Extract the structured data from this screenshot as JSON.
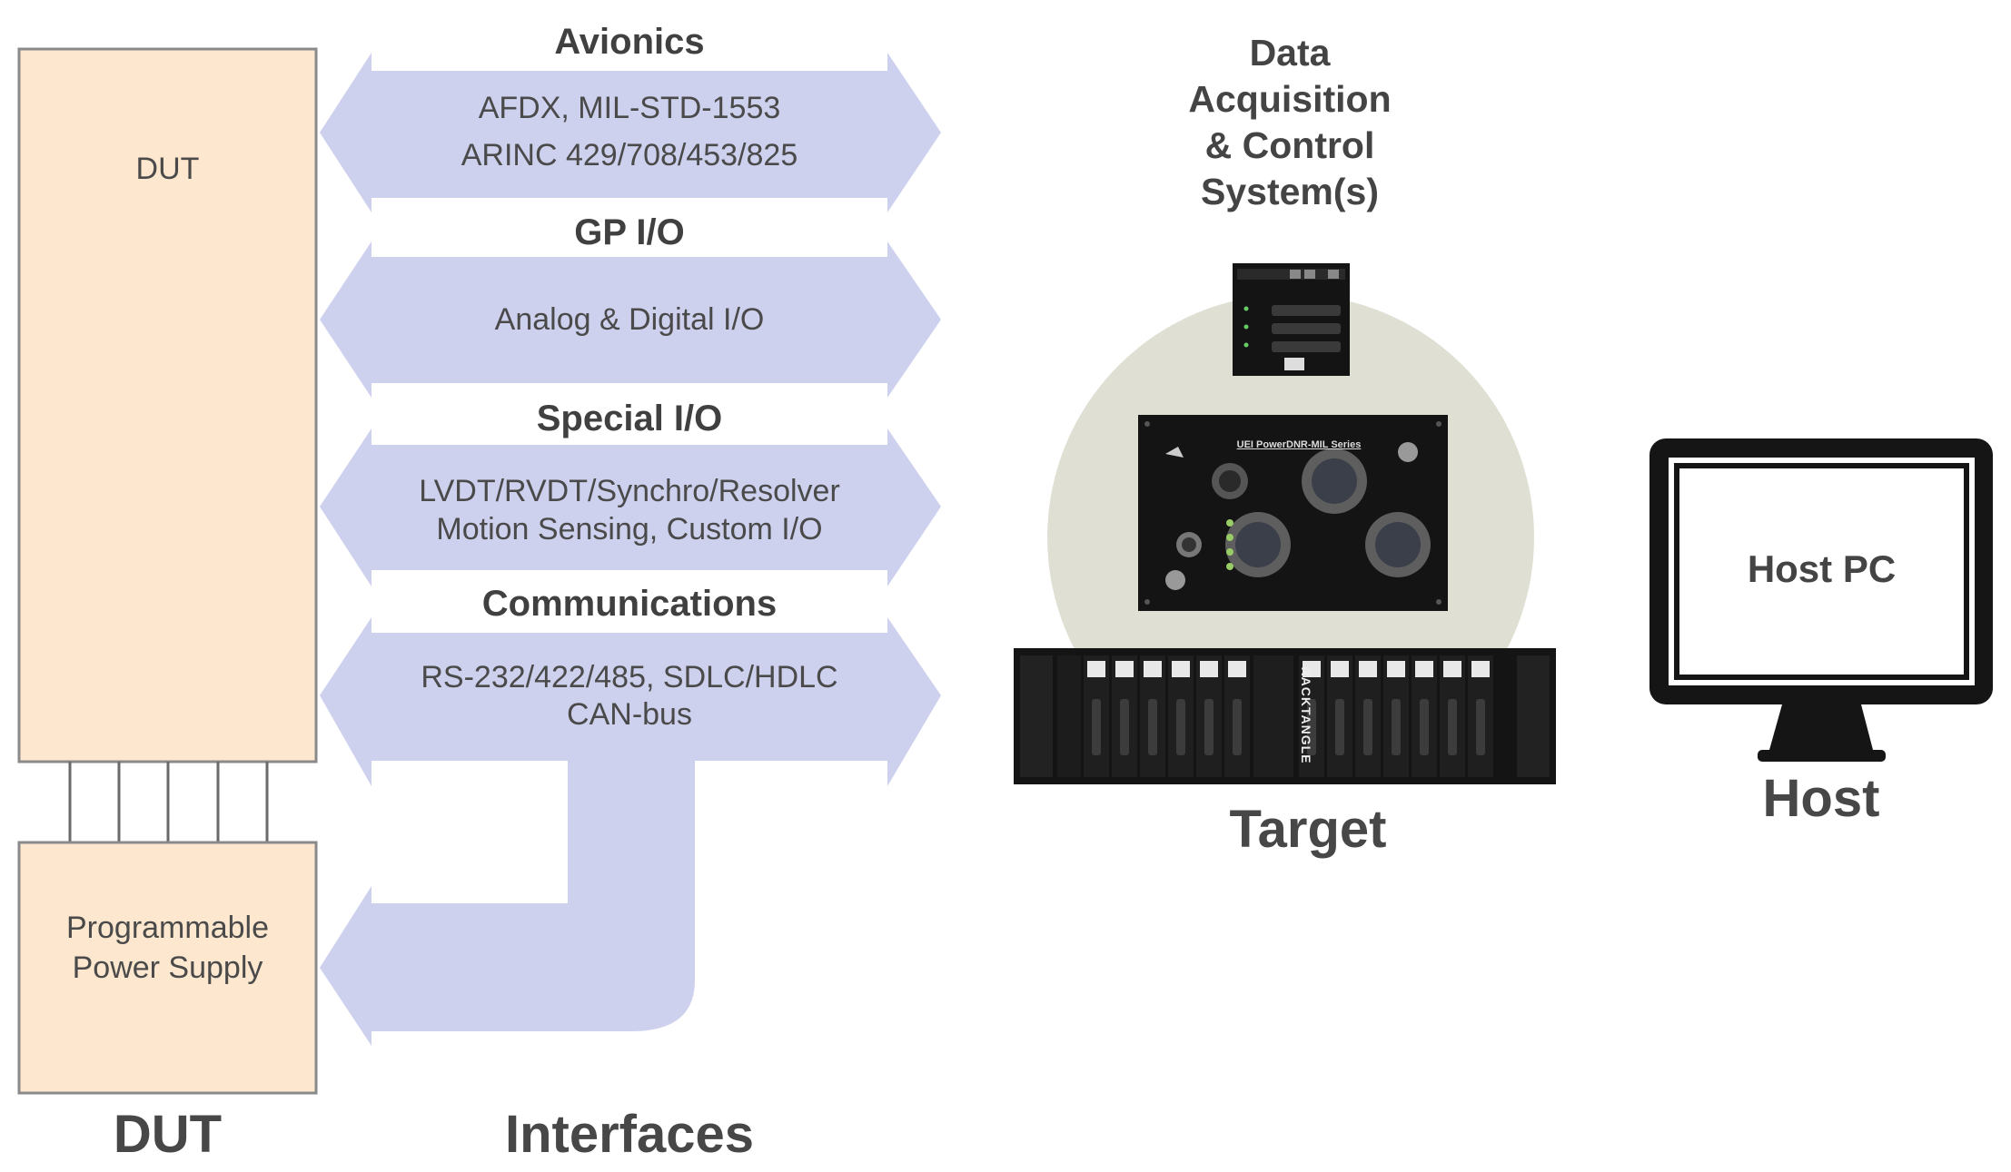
{
  "dut": {
    "box_label": "DUT",
    "power_supply_label": "Programmable Power Supply",
    "section_label": "DUT"
  },
  "interfaces": {
    "section_label": "Interfaces",
    "groups": [
      {
        "title": "Avionics",
        "lines": [
          "AFDX, MIL-STD-1553",
          "ARINC 429/708/453/825"
        ]
      },
      {
        "title": "GP I/O",
        "lines": [
          "Analog & Digital I/O"
        ]
      },
      {
        "title": "Special I/O",
        "lines": [
          "LVDT/RVDT/Synchro/Resolver",
          "Motion Sensing, Custom I/O"
        ]
      },
      {
        "title": "Communications",
        "lines": [
          "RS-232/422/485, SDLC/HDLC",
          "CAN-bus"
        ]
      }
    ]
  },
  "target": {
    "daq_title_lines": [
      "Data",
      "Acquisition",
      "& Control",
      "System(s)"
    ],
    "section_label": "Target",
    "mil_box_brand": "UEI PowerDNR-MIL Series",
    "rack_brand": "RACKTANGLE"
  },
  "host": {
    "screen_label": "Host PC",
    "section_label": "Host"
  },
  "colors": {
    "dut_fill": "#fde8cf",
    "dut_border": "#8a8a8a",
    "arrow_fill": "#ced1ee",
    "circle_fill": "#dfe0d3",
    "device_black": "#141414"
  }
}
